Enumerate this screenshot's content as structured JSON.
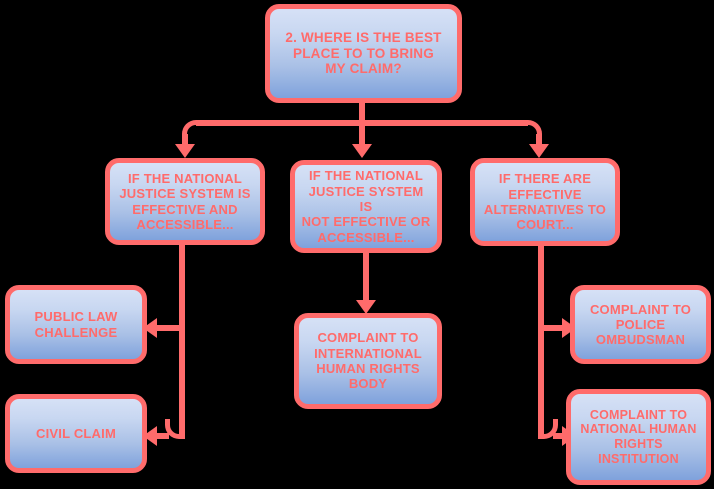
{
  "diagram": {
    "title": "2. WHERE IS THE BEST PLACE TO TO BRING MY CLAIM?",
    "background_color": "#000000",
    "node_border_color": "#FF6B6B",
    "node_text_color": "#FF6B6B",
    "node_fill_top": "#D6E1F6",
    "node_fill_bottom": "#7FA2DC",
    "connector_color": "#FF6B6B",
    "nodes": {
      "root": {
        "label": "2. WHERE IS THE BEST\nPLACE TO TO BRING\nMY CLAIM?"
      },
      "branch_effective": {
        "label": "IF THE NATIONAL\nJUSTICE SYSTEM IS\nEFFECTIVE AND\nACCESSIBLE..."
      },
      "branch_not_effective": {
        "label": "IF THE NATIONAL\nJUSTICE SYSTEM IS\nNOT EFFECTIVE OR\nACCESSIBLE..."
      },
      "branch_alternatives": {
        "label": "IF THERE ARE\nEFFECTIVE\nALTERNATIVES TO\nCOURT..."
      },
      "leaf_public_law": {
        "label": "PUBLIC LAW\nCHALLENGE"
      },
      "leaf_civil_claim": {
        "label": "CIVIL CLAIM"
      },
      "leaf_international_body": {
        "label": "COMPLAINT TO\nINTERNATIONAL\nHUMAN RIGHTS\nBODY"
      },
      "leaf_police_ombudsman": {
        "label": "COMPLAINT TO\nPOLICE\nOMBUDSMAN"
      },
      "leaf_national_hr_institution": {
        "label": "COMPLAINT TO\nNATIONAL HUMAN\nRIGHTS\nINSTITUTION"
      }
    }
  }
}
